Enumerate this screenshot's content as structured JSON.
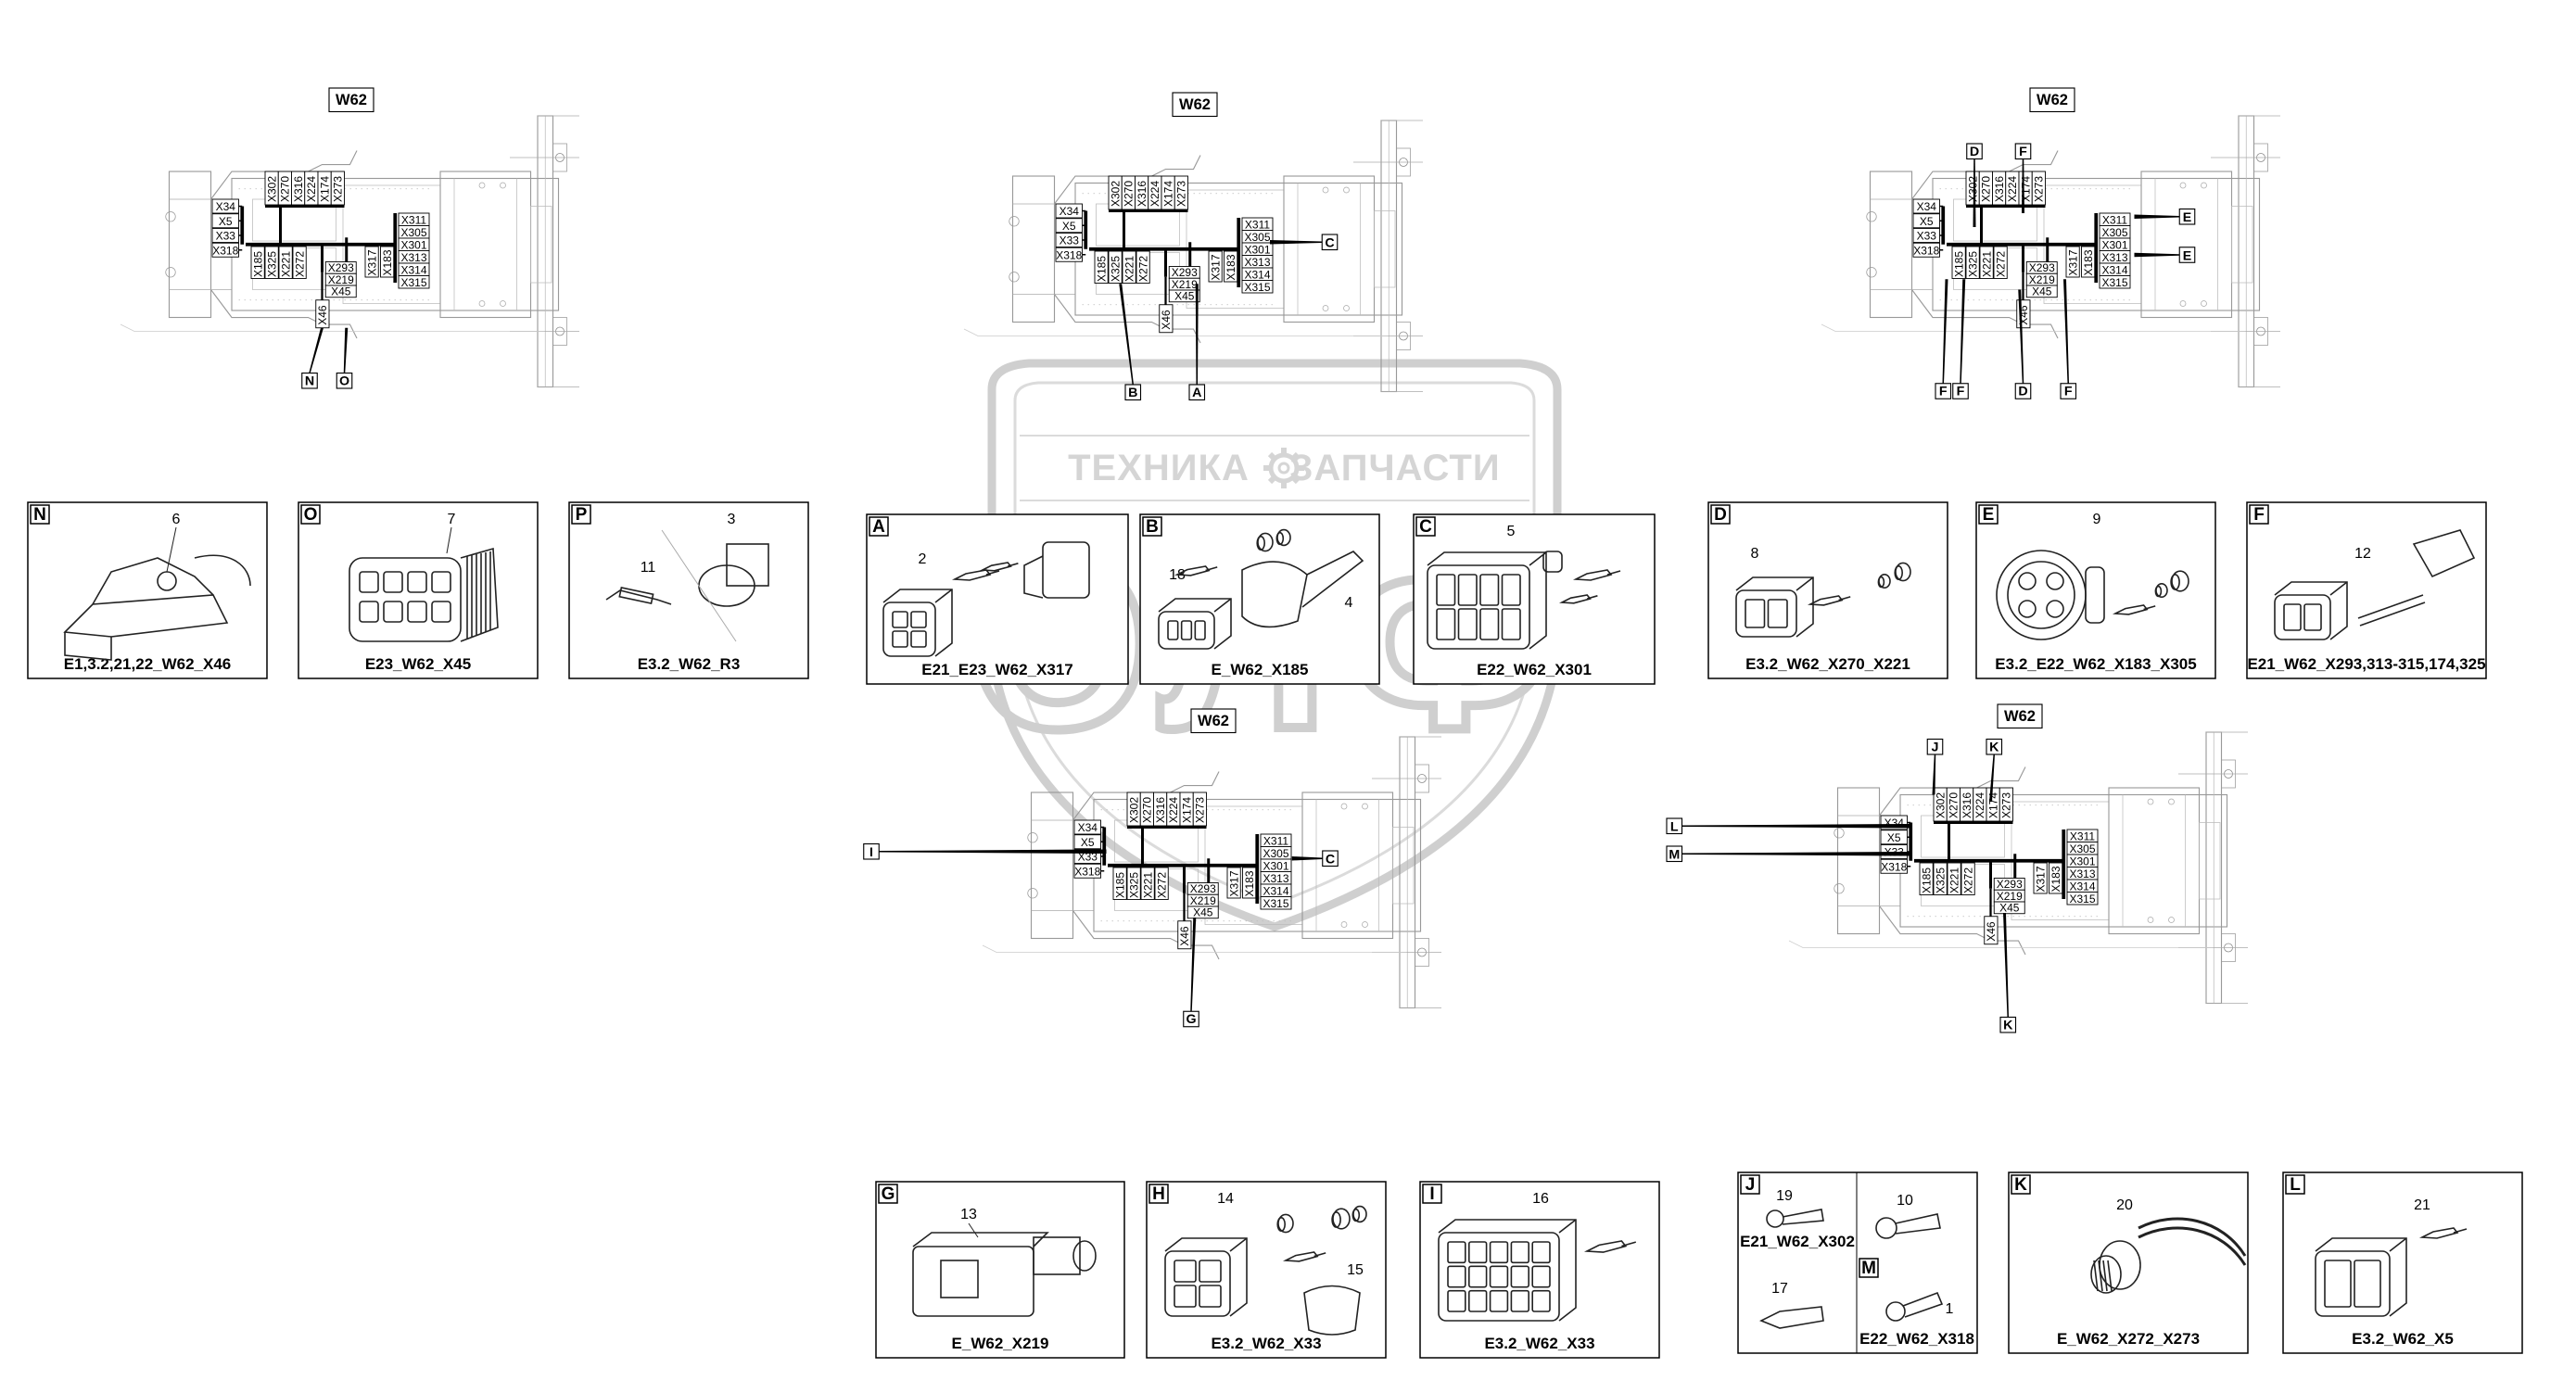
{
  "wm": {
    "left": "ТЕХНИКА",
    "right": "ЗАПЧАСТИ",
    "logo": "ЭЛФ"
  },
  "harness": "W62",
  "views": [
    {
      "id": "v1",
      "callouts": [
        "N",
        "O"
      ]
    },
    {
      "id": "v2",
      "callouts": [
        "B",
        "A",
        "C"
      ]
    },
    {
      "id": "v3",
      "callouts": [
        "D",
        "F",
        "E",
        "E",
        "F",
        "F",
        "D",
        "F",
        "E"
      ]
    },
    {
      "id": "v4",
      "callouts": [
        "I",
        "C",
        "G"
      ]
    },
    {
      "id": "v5",
      "callouts": [
        "J",
        "K",
        "L",
        "M",
        "K"
      ]
    }
  ],
  "connectors": {
    "left_col": [
      "X34",
      "X5",
      "X33",
      "X318"
    ],
    "top_row": [
      "X302",
      "X270",
      "X316",
      "X224",
      "X174",
      "X273"
    ],
    "right_col": [
      "X311",
      "X305",
      "X301",
      "X313",
      "X314",
      "X315"
    ],
    "mid_row": [
      "X185",
      "X325",
      "X221",
      "X272"
    ],
    "mid2": [
      "X293",
      "X219",
      "X45"
    ],
    "mid2_v5": [
      "X293",
      "X219",
      "X45"
    ],
    "mid3": [
      "X317",
      "X183"
    ],
    "x46": "X46"
  },
  "details": [
    {
      "id": "N",
      "num": "6",
      "caption": "E1,3.2,21,22_W62_X46"
    },
    {
      "id": "O",
      "num": "7",
      "caption": "E23_W62_X45"
    },
    {
      "id": "P",
      "num": "3",
      "num2": "11",
      "caption": "E3.2_W62_R3"
    },
    {
      "id": "A",
      "num": "2",
      "caption": "E21_E23_W62_X317"
    },
    {
      "id": "B",
      "num": "18",
      "num2": "4",
      "caption": "E_W62_X185"
    },
    {
      "id": "C",
      "num": "5",
      "caption": "E22_W62_X301"
    },
    {
      "id": "D",
      "num": "8",
      "caption": "E3.2_W62_X270_X221"
    },
    {
      "id": "E",
      "num": "9",
      "caption": "E3.2_E22_W62_X183_X305"
    },
    {
      "id": "F",
      "num": "12",
      "caption": "E21_W62_X293,313-315,174,325"
    },
    {
      "id": "G",
      "num": "13",
      "caption": "E_W62_X219"
    },
    {
      "id": "H",
      "num": "14",
      "num2": "15",
      "caption": "E3.2_W62_X33"
    },
    {
      "id": "I",
      "num": "16",
      "caption": "E3.2_W62_X33"
    },
    {
      "id": "K",
      "num": "20",
      "caption": "E_W62_X272_X273"
    },
    {
      "id": "L",
      "num": "21",
      "caption": "E3.2_W62_X5"
    }
  ],
  "detailJ": {
    "id": "J",
    "idM": "M",
    "n19": "19",
    "n10": "10",
    "n17": "17",
    "n1": "1",
    "capJ": "E21_W62_X302",
    "capM": "E22_W62_X318"
  }
}
